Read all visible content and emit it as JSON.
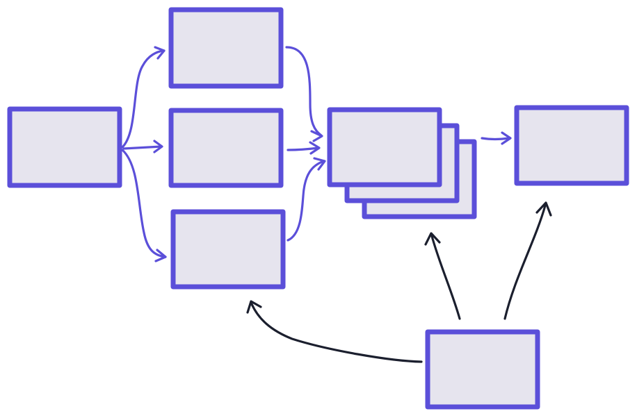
{
  "diagram": {
    "colors": {
      "node_border": "#5b4fd9",
      "node_fill": "#e6e4ee",
      "flow_arrow": "#5b4fd9",
      "control_arrow": "#1b1f2e",
      "background": "#ffffff"
    },
    "nodes": [
      {
        "id": "source"
      },
      {
        "id": "branch-top"
      },
      {
        "id": "branch-middle"
      },
      {
        "id": "branch-bottom"
      },
      {
        "id": "stack-back"
      },
      {
        "id": "stack-middle"
      },
      {
        "id": "stack-front"
      },
      {
        "id": "output"
      },
      {
        "id": "controller"
      }
    ],
    "edges": [
      {
        "id": "source-to-branch-top",
        "from": "source",
        "to": "branch-top",
        "kind": "flow"
      },
      {
        "id": "source-to-branch-middle",
        "from": "source",
        "to": "branch-middle",
        "kind": "flow"
      },
      {
        "id": "source-to-branch-bottom",
        "from": "source",
        "to": "branch-bottom",
        "kind": "flow"
      },
      {
        "id": "branch-top-to-stack",
        "from": "branch-top",
        "to": "stack-front",
        "kind": "flow"
      },
      {
        "id": "branch-middle-to-stack",
        "from": "branch-middle",
        "to": "stack-front",
        "kind": "flow"
      },
      {
        "id": "branch-bottom-to-stack",
        "from": "branch-bottom",
        "to": "stack-front",
        "kind": "flow"
      },
      {
        "id": "stack-to-output",
        "from": "stack-front",
        "to": "output",
        "kind": "flow"
      },
      {
        "id": "controller-to-branch-bottom",
        "from": "controller",
        "to": "branch-bottom",
        "kind": "control"
      },
      {
        "id": "controller-to-stack",
        "from": "controller",
        "to": "stack-back",
        "kind": "control"
      },
      {
        "id": "controller-to-output",
        "from": "controller",
        "to": "output",
        "kind": "control"
      }
    ]
  }
}
